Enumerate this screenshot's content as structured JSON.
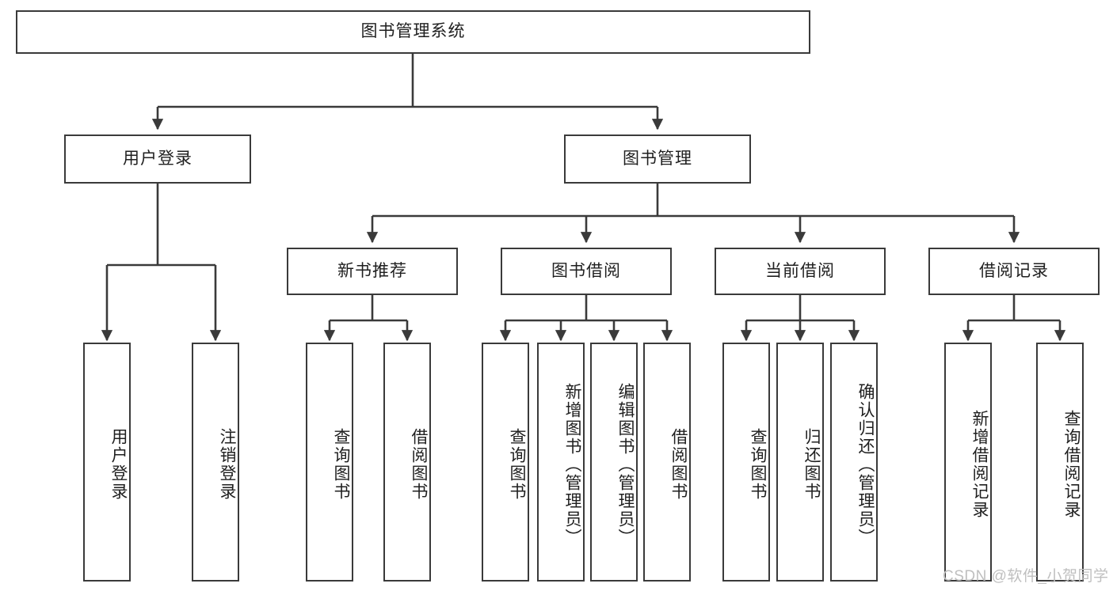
{
  "diagram": {
    "title": "图书管理系统",
    "type": "tree",
    "stroke_color": "#3a3a3a",
    "fill_color": "#ffffff",
    "text_color": "#1f1f1f"
  },
  "root": {
    "label": "图书管理系统"
  },
  "level2": [
    {
      "label": "用户登录"
    },
    {
      "label": "图书管理"
    }
  ],
  "level3": [
    {
      "label": "新书推荐"
    },
    {
      "label": "图书借阅"
    },
    {
      "label": "当前借阅"
    },
    {
      "label": "借阅记录"
    }
  ],
  "leaves": {
    "user_login": [
      {
        "label": "用户登录"
      },
      {
        "label": "注销登录"
      }
    ],
    "new_book": [
      {
        "label": "查询图书"
      },
      {
        "label": "借阅图书"
      }
    ],
    "book_borrow": [
      {
        "label": "查询图书"
      },
      {
        "label": "新增图书（管理员）"
      },
      {
        "label": "编辑图书（管理员）"
      },
      {
        "label": "借阅图书"
      }
    ],
    "current_borrow": [
      {
        "label": "查询图书"
      },
      {
        "label": "归还图书"
      },
      {
        "label": "确认归还（管理员）"
      }
    ],
    "borrow_record": [
      {
        "label": "新增借阅记录"
      },
      {
        "label": "查询借阅记录"
      }
    ]
  },
  "watermark": {
    "text": "CSDN @软件_小贺同学"
  }
}
